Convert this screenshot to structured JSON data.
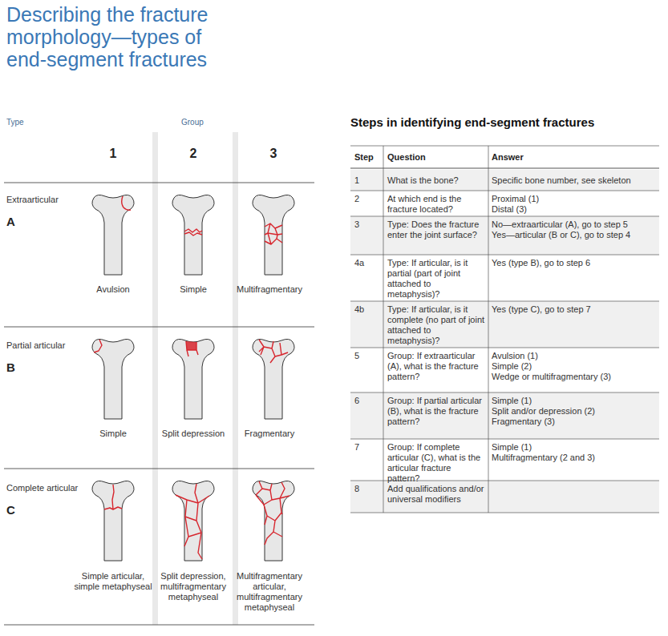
{
  "diagram": {
    "title": "Describing the fracture morphology—types of end-segment fractures",
    "labels": [
      "Type",
      "Group",
      "1",
      "2",
      "3",
      "Extraarticular",
      "A",
      "Avulsion",
      "Simple",
      "Multifragmentary",
      "Partial articular",
      "B",
      "Simple",
      "Split depression",
      "Fragmentary",
      "Complete articular",
      "C",
      "Simple articular, simple metaphyseal",
      "Split depression, multifragmentary metaphyseal",
      "Multifragmentary articular, multifragmentary metaphyseal",
      "Steps in identifying end-segment fractures",
      "Step",
      "Question",
      "Answer",
      "1",
      "What is the bone?",
      "Specific bone number, see skeleton",
      "2",
      "At which end is the fracture located?",
      "Proximal (1)",
      "Distal (3)",
      "3",
      "Type: Does the fracture enter the joint surface?",
      "No—extraarticular (A), go to step 5",
      "Yes—articular (B or C), go to step 4",
      "4a",
      "Type: If articular, is it partial (part of joint attached to metaphysis)?",
      "Yes (type B), go to step 6",
      "4b",
      "Type: If articular, is it complete (no part of joint attached to metaphysis)?",
      "Yes (type C), go to step 7",
      "5",
      "Group: If extraarticular (A), what is the fracture pattern?",
      "Avulsion (1)",
      "Simple (2)",
      "Wedge or multifragmentary (3)",
      "6",
      "Group: If partial articular (B), what is the fracture pattern?",
      "Simple (1)",
      "Split and/or depression (2)",
      "Fragmentary (3)",
      "7",
      "Group: If complete articular (C), what is the articular fracture pattern?",
      "Simple (1)",
      "Multifragmentary (2 and 3)",
      "8",
      "Add qualifications and/or universal modifiers"
    ]
  }
}
